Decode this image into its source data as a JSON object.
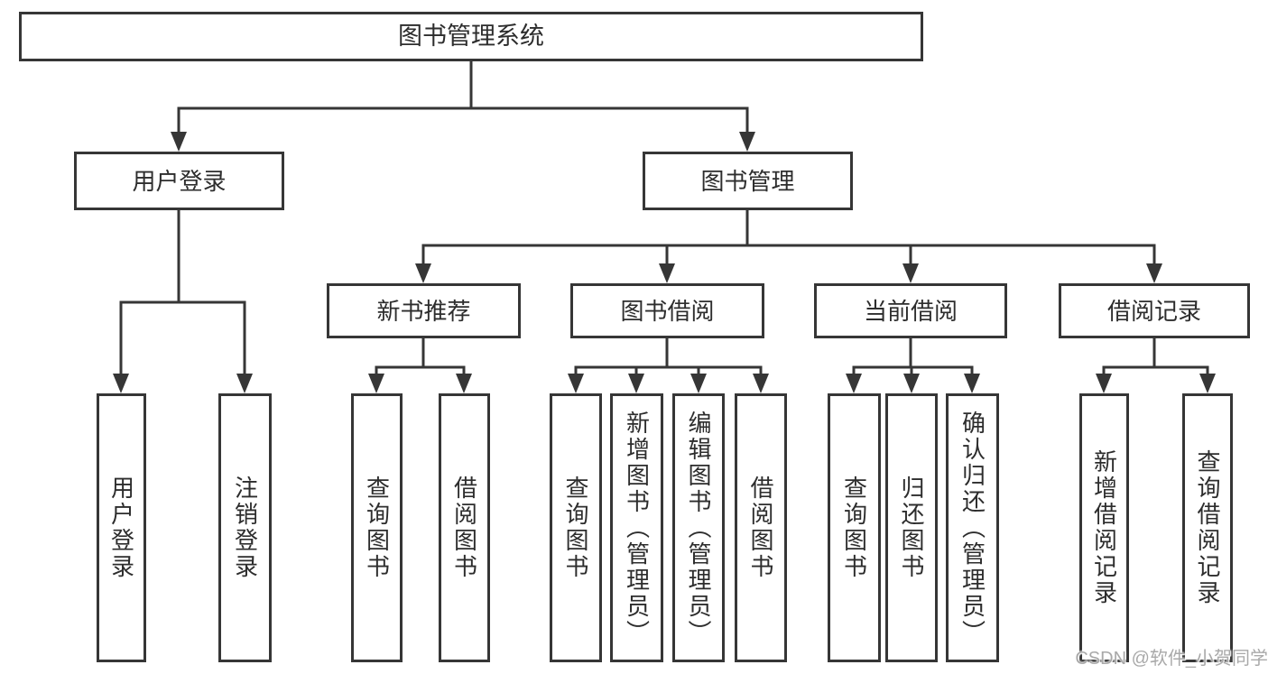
{
  "colors": {
    "line": "#363636",
    "text": "#2d2d2d",
    "background": "#ffffff",
    "watermark": "#a9a9a9"
  },
  "tree": {
    "label": "图书管理系统",
    "children": [
      {
        "label": "用户登录",
        "children": [
          {
            "label": "用户登录"
          },
          {
            "label": "注销登录"
          }
        ]
      },
      {
        "label": "图书管理",
        "children": [
          {
            "label": "新书推荐",
            "children": [
              {
                "label": "查询图书"
              },
              {
                "label": "借阅图书"
              }
            ]
          },
          {
            "label": "图书借阅",
            "children": [
              {
                "label": "查询图书"
              },
              {
                "label": "新增图书（管理员）"
              },
              {
                "label": "编辑图书（管理员）"
              },
              {
                "label": "借阅图书"
              }
            ]
          },
          {
            "label": "当前借阅",
            "children": [
              {
                "label": "查询图书"
              },
              {
                "label": "归还图书"
              },
              {
                "label": "确认归还（管理员）"
              }
            ]
          },
          {
            "label": "借阅记录",
            "children": [
              {
                "label": "新增借阅记录"
              },
              {
                "label": "查询借阅记录"
              }
            ]
          }
        ]
      }
    ]
  },
  "watermark": {
    "text": "CSDN @软件_小贺同学"
  }
}
